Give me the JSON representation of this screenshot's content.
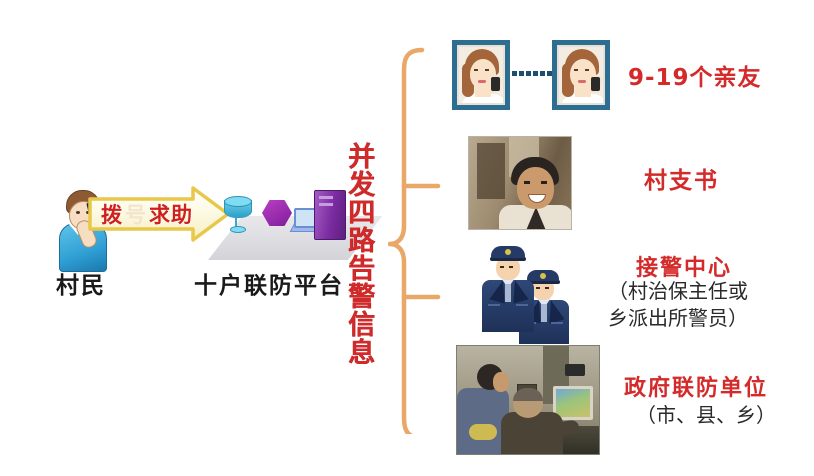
{
  "diagram": {
    "title_vertical": "并发四路告警信息",
    "source": {
      "actor_label": "村民",
      "actor_icon": "villager-with-phone-icon",
      "arrow_text_primary": "拨",
      "arrow_text_faded": "号",
      "arrow_text_secondary": "求助",
      "platform_label": "十户联防平台",
      "platform_icons": [
        "database-icon",
        "hexagon-node-icon",
        "laptop-icon",
        "server-tower-icon"
      ]
    },
    "branches": [
      {
        "id": "relatives",
        "label": "9-19个亲友",
        "sub": "",
        "image": "two-framed-phone-caller-photos",
        "connector": "dotted-line"
      },
      {
        "id": "village-secretary",
        "label": "村支书",
        "sub": "",
        "image": "village-secretary-portrait-photo",
        "connector": "brace-branch"
      },
      {
        "id": "alarm-center",
        "label": "接警中心",
        "sub": "（村治保主任或\n乡派出所警员）",
        "sub_line1": "（村治保主任或",
        "sub_line2": "乡派出所警员）",
        "image": "two-police-officers-illustration",
        "connector": "brace-branch"
      },
      {
        "id": "government-unit",
        "label": "政府联防单位",
        "sub_line1": "（市、县、乡）",
        "image": "control-room-operators-photo",
        "connector": "brace-branch"
      }
    ],
    "colors": {
      "accent_red": "#d42a2a",
      "vertical_text_red": "#d02a2a",
      "brace_orange": "#e9a868",
      "arrow_gold": "#e8c84a",
      "arrow_fill": "#fdfbe8",
      "frame_blue": "#2d6d91",
      "dot_blue": "#1f4f6e",
      "label_black": "#1a1a1a",
      "background": "#ffffff"
    }
  }
}
